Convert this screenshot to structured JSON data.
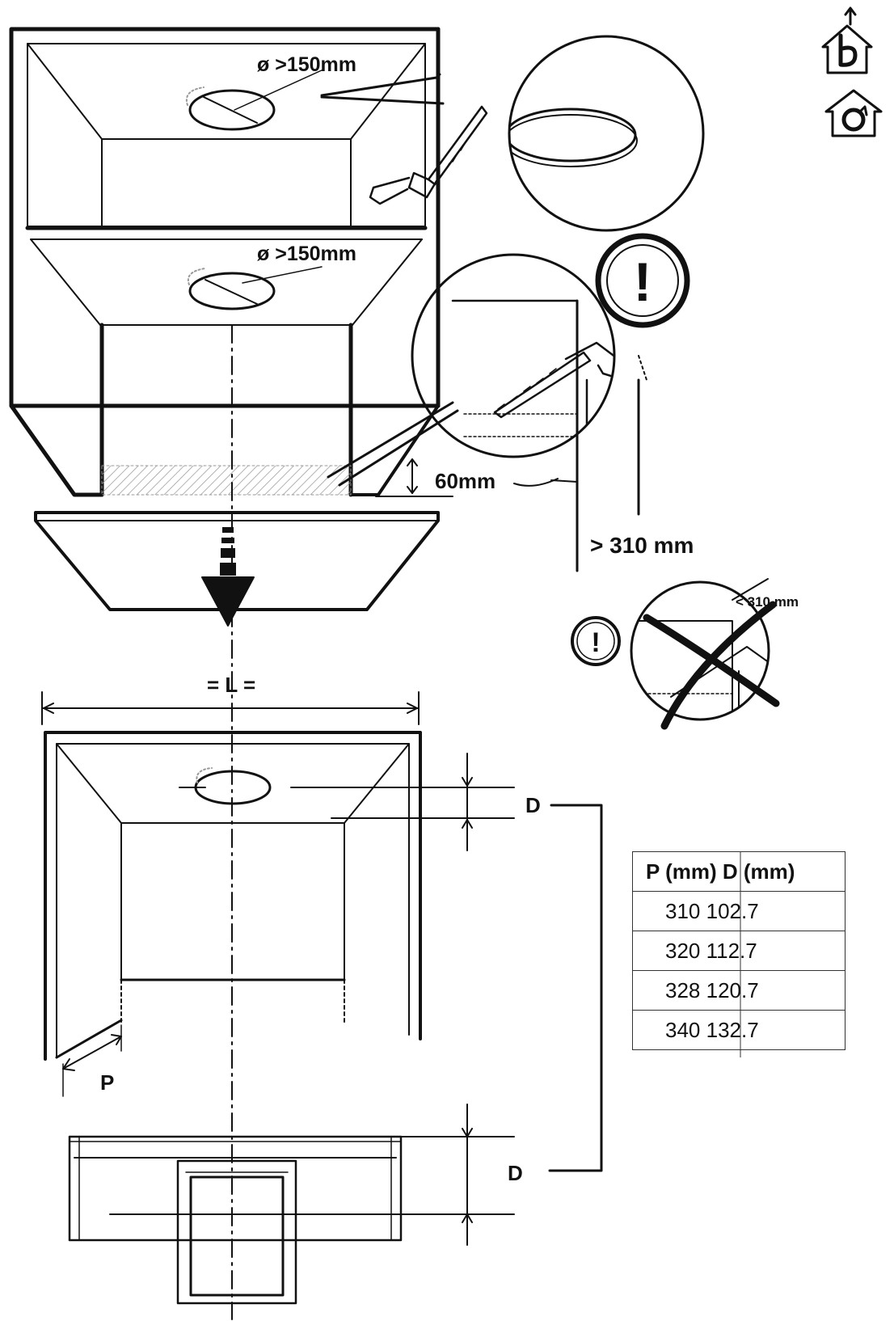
{
  "labels": {
    "diameter_top": "ø >150mm",
    "diameter_middle": "ø >150mm",
    "clearance_60": "60mm",
    "min_depth": "> 310 mm",
    "max_depth_warning": "< 310 mm",
    "width": "= L =",
    "d_upper": "D",
    "d_lower": "D",
    "p_label": "P",
    "warning_mark": "!"
  },
  "table": {
    "header": "P (mm) D (mm)",
    "rows": [
      "310 102.7",
      "320 112.7",
      "328 120.7",
      "340 132.7"
    ]
  },
  "icons": [
    "ducted-mode-icon",
    "recirculation-mode-icon"
  ],
  "colors": {
    "ink": "#111111",
    "background": "#ffffff",
    "hatch": "#999999"
  }
}
